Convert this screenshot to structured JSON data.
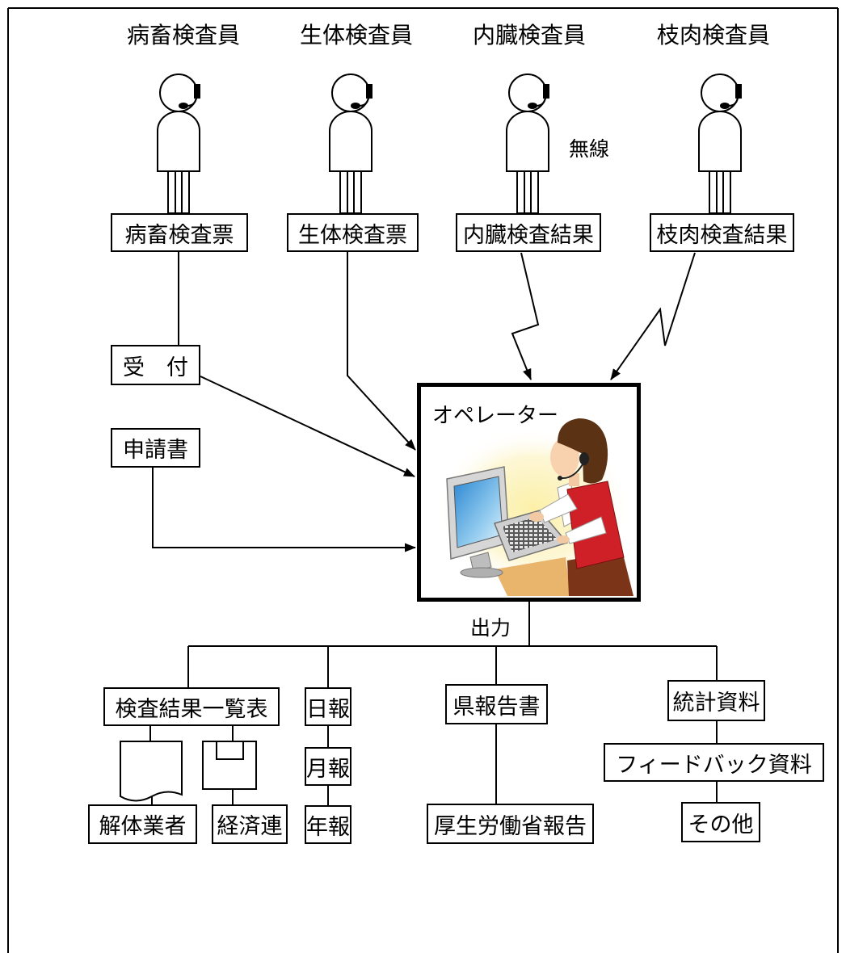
{
  "inspectors": [
    {
      "title": "病畜検査員",
      "record": "病畜検査票"
    },
    {
      "title": "生体検査員",
      "record": "生体検査票"
    },
    {
      "title": "内臓検査員",
      "record": "内臓検査結果"
    },
    {
      "title": "枝肉検査員",
      "record": "枝肉検査結果"
    }
  ],
  "wireless_label": "無線",
  "intake": {
    "reception": "受　付",
    "application": "申請書"
  },
  "operator": {
    "label": "オペレーター"
  },
  "output": {
    "label": "出力",
    "inspection_results_list": "検査結果一覧表",
    "slaughter_operators": "解体業者",
    "economic_federation": "経済連",
    "daily_report": "日報",
    "monthly_report": "月報",
    "annual_report": "年報",
    "prefectural_report": "県報告書",
    "ministry_report": "厚生労働省報告",
    "statistics": "統計資料",
    "feedback": "フィードバック資料",
    "other": "その他"
  }
}
